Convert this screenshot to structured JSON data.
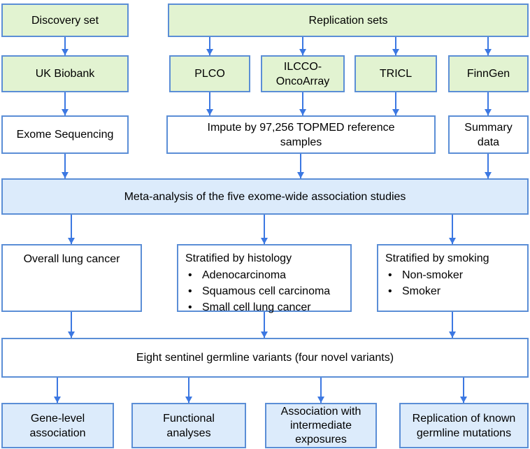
{
  "colors": {
    "green_fill": "#e2f3d1",
    "blue_fill": "#dcebfb",
    "box_border": "#5b8ed6",
    "arrow": "#3c78e2",
    "text": "#000000"
  },
  "nodes": {
    "discovery": "Discovery set",
    "replication": "Replication sets",
    "uk_biobank": "UK Biobank",
    "plco": "PLCO",
    "ilcco": "ILCCO-OncoArray",
    "tricl": "TRICL",
    "finngen": "FinnGen",
    "exome": "Exome Sequencing",
    "impute": "Impute by 97,256 TOPMED reference samples",
    "summary": "Summary data",
    "meta": "Meta-analysis of the five exome-wide association studies",
    "overall": "Overall lung cancer",
    "histology": {
      "title": "Stratified by histology",
      "bullets": [
        "Adenocarcinoma",
        "Squamous cell carcinoma",
        "Small cell lung cancer"
      ]
    },
    "smoking": {
      "title": "Stratified by smoking",
      "bullets": [
        "Non-smoker",
        "Smoker"
      ]
    },
    "sentinel": "Eight sentinel germline variants (four novel variants)",
    "gene_level": "Gene-level association",
    "functional": "Functional analyses",
    "intermediate": "Association with intermediate exposures",
    "known_mutations": "Replication of known germline mutations"
  }
}
